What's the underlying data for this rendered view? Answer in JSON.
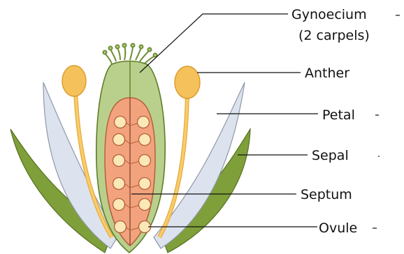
{
  "diagram": {
    "labels": {
      "gynoecium_line1": "Gynoecium",
      "gynoecium_line2": "(2 carpels)",
      "anther": "Anther",
      "petal": "Petal",
      "sepal": "Sepal",
      "septum": "Septum",
      "ovule": "Ovule"
    },
    "colors": {
      "sepal": "#7f9f3a",
      "petal": "#dde3ee",
      "stamen": "#f5c15a",
      "carpel_wall": "#b9d08c",
      "ovary": "#f2a37e",
      "ovule": "#fbe8b6"
    }
  }
}
